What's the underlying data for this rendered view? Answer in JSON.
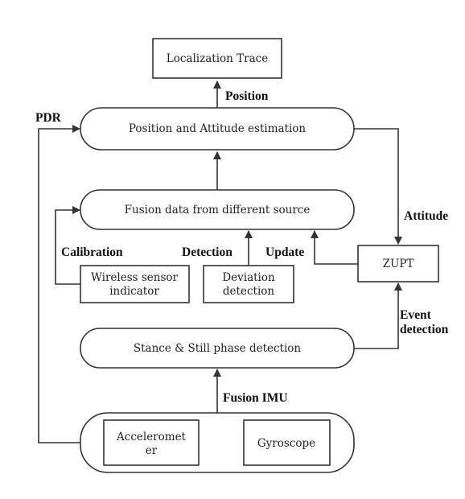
{
  "nodes": {
    "localization_trace": "Localization Trace",
    "position_attitude": "Position and Attitude estimation",
    "fusion_data": "Fusion data from different source",
    "wireless_sensor": [
      "Wireless sensor",
      "indicator"
    ],
    "deviation_detection": [
      "Deviation",
      "detection"
    ],
    "zupt": "ZUPT",
    "stance_still": "Stance & Still phase detection",
    "accelerometer": [
      "Acceleromet",
      "er"
    ],
    "gyroscope": "Gyroscope"
  },
  "edges": {
    "position": "Position",
    "pdr": "PDR",
    "attitude": "Attitude",
    "calibration": "Calibration",
    "detection": "Detection",
    "update": "Update",
    "event_detection": [
      "Event",
      "detection"
    ],
    "fusion_imu": "Fusion IMU"
  },
  "colors": {
    "stroke": "#333333",
    "text": "#222222",
    "background": "#ffffff"
  }
}
